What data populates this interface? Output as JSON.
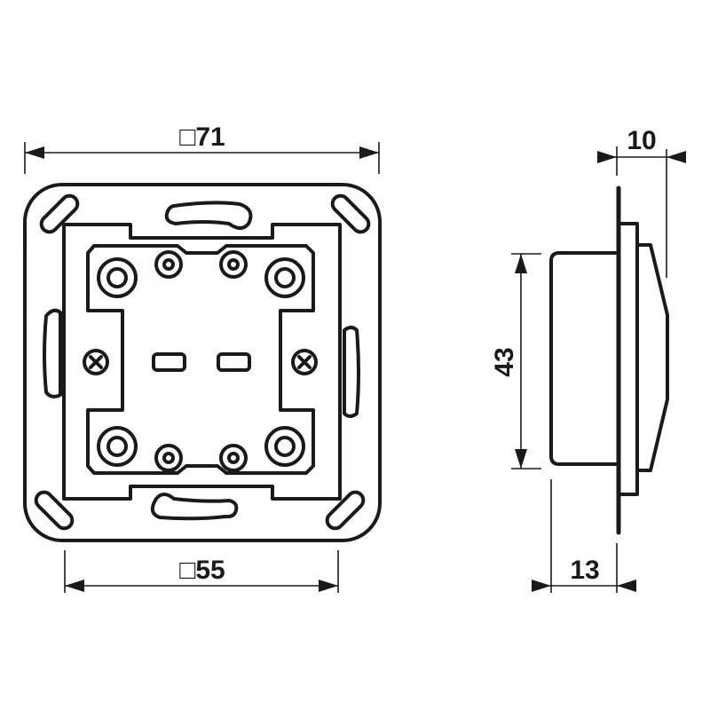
{
  "front_view": {
    "outer_dimension_label": "□71",
    "inner_dimension_label": "□55"
  },
  "side_view": {
    "height_label": "43",
    "front_depth_label": "10",
    "rear_depth_label": "13"
  },
  "colors": {
    "line": "#1a1a1a",
    "background": "#ffffff"
  }
}
